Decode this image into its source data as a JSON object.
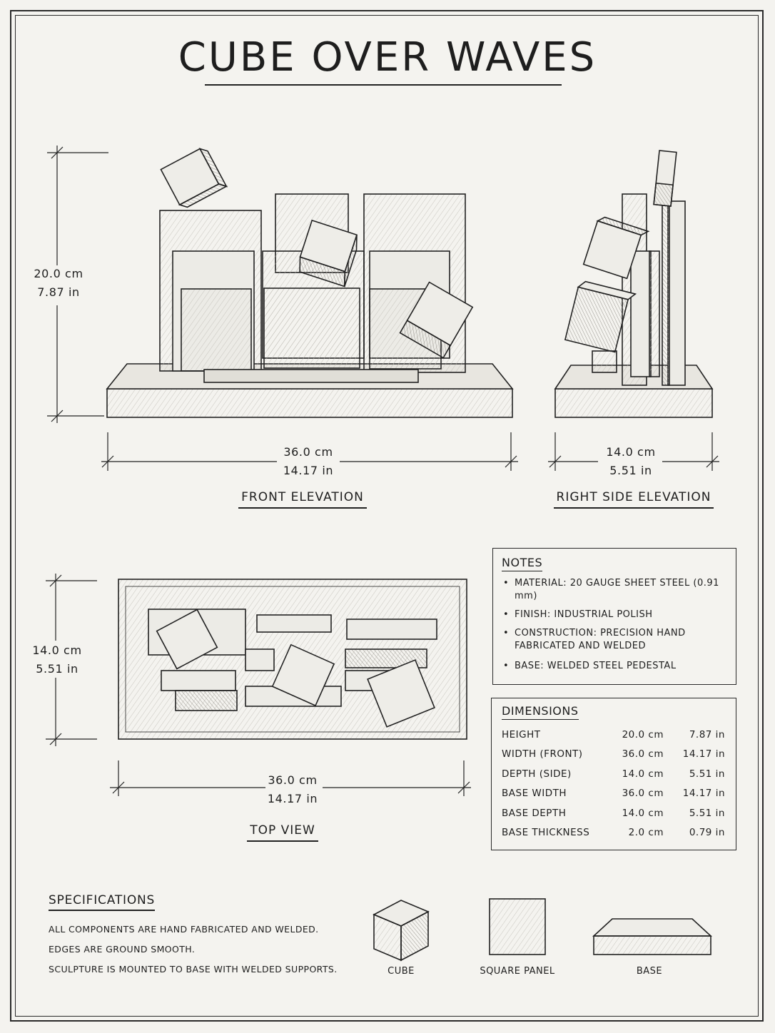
{
  "title": "CUBE OVER WAVES",
  "front": {
    "height_cm": "20.0 cm",
    "height_in": "7.87 in",
    "width_cm": "36.0 cm",
    "width_in": "14.17 in",
    "caption": "FRONT ELEVATION"
  },
  "side": {
    "width_cm": "14.0 cm",
    "width_in": "5.51 in",
    "caption": "RIGHT SIDE ELEVATION"
  },
  "top": {
    "depth_cm": "14.0 cm",
    "depth_in": "5.51 in",
    "width_cm": "36.0 cm",
    "width_in": "14.17 in",
    "caption": "TOP VIEW"
  },
  "notes": {
    "heading": "NOTES",
    "items": [
      "MATERIAL: 20 GAUGE SHEET STEEL (0.91 mm)",
      "FINISH: INDUSTRIAL POLISH",
      "CONSTRUCTION: PRECISION HAND FABRICATED AND WELDED",
      "BASE: WELDED STEEL PEDESTAL"
    ]
  },
  "dimensions": {
    "heading": "DIMENSIONS",
    "rows": [
      {
        "label": "HEIGHT",
        "cm": "20.0 cm",
        "in": "7.87 in"
      },
      {
        "label": "WIDTH (FRONT)",
        "cm": "36.0 cm",
        "in": "14.17 in"
      },
      {
        "label": "DEPTH (SIDE)",
        "cm": "14.0 cm",
        "in": "5.51 in"
      },
      {
        "label": "BASE WIDTH",
        "cm": "36.0 cm",
        "in": "14.17 in"
      },
      {
        "label": "BASE DEPTH",
        "cm": "14.0 cm",
        "in": "5.51 in"
      },
      {
        "label": "BASE THICKNESS",
        "cm": "2.0 cm",
        "in": "0.79 in"
      }
    ]
  },
  "specifications": {
    "heading": "SPECIFICATIONS",
    "lines": [
      "ALL COMPONENTS ARE HAND FABRICATED AND WELDED.",
      "EDGES ARE GROUND SMOOTH.",
      "SCULPTURE IS MOUNTED TO BASE WITH WELDED SUPPORTS."
    ]
  },
  "components": {
    "cube": "CUBE",
    "panel": "SQUARE PANEL",
    "base": "BASE"
  },
  "colors": {
    "ink": "#1e1e1e",
    "paper": "#f4f3ef",
    "shade": "#d9d7d0"
  }
}
